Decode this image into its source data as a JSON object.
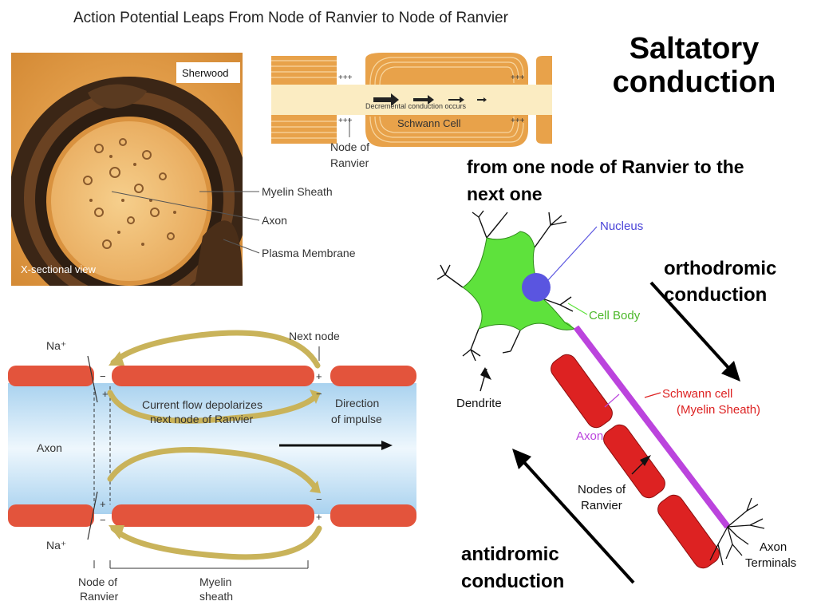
{
  "slide": {
    "title_line1": "Saltatory",
    "title_line2": "conduction",
    "subtitle_line1": "from one node of Ranvier to the",
    "subtitle_line2": "next one",
    "ortho_line1": "orthodromic",
    "ortho_line2": "conduction",
    "anti_line1": "antidromic",
    "anti_line2": "conduction"
  },
  "fig1": {
    "title": "Action Potential Leaps From Node of Ranvier to Node of Ranvier",
    "sherwood": "Sherwood",
    "xsection": "X-sectional view",
    "myelin_sheath": "Myelin Sheath",
    "axon": "Axon",
    "plasma_membrane": "Plasma Membrane",
    "decremental": "Decremental conduction occurs",
    "schwann_cell": "Schwann Cell",
    "node_line1": "Node of",
    "node_line2": "Ranvier",
    "plus": "+++"
  },
  "fig2": {
    "na_top": "Na⁺",
    "na_bottom": "Na⁺",
    "next_node": "Next node",
    "current_line1": "Current flow depolarizes",
    "current_line2": "next node of Ranvier",
    "direction_line1": "Direction",
    "direction_line2": "of impulse",
    "axon": "Axon",
    "node_line1": "Node of",
    "node_line2": "Ranvier",
    "myelin_line1": "Myelin",
    "myelin_line2": "sheath"
  },
  "fig3": {
    "nucleus": "Nucleus",
    "cell_body": "Cell Body",
    "dendrite": "Dendrite",
    "schwann_line1": "Schwann cell",
    "schwann_line2": "(Myelin Sheath)",
    "axon": "Axon",
    "nodes_line1": "Nodes of",
    "nodes_line2": "Ranvier",
    "terminals_line1": "Axon",
    "terminals_line2": "Terminals"
  },
  "colors": {
    "myelin_red": "#e3543c",
    "axon_blue": "#c9e3f5",
    "cell_green": "#5ee23c",
    "nucleus_blue": "#5a55e0",
    "schwann_red": "#dd2222",
    "axon_purple": "#bb44dd",
    "photo_orange": "#e8a24a"
  }
}
